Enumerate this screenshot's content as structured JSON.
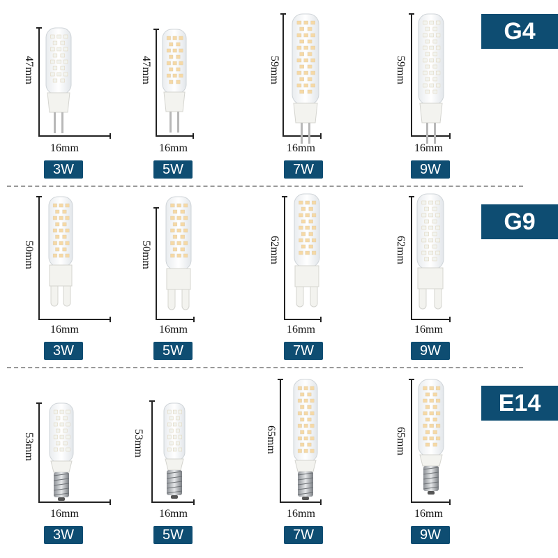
{
  "sections": [
    {
      "type": "G4",
      "bulbs": [
        {
          "height": "47mm",
          "width": "16mm",
          "watt": "3W"
        },
        {
          "height": "47mm",
          "width": "16mm",
          "watt": "5W"
        },
        {
          "height": "59mm",
          "width": "16mm",
          "watt": "7W"
        },
        {
          "height": "59mm",
          "width": "16mm",
          "watt": "9W"
        }
      ]
    },
    {
      "type": "G9",
      "bulbs": [
        {
          "height": "50mm",
          "width": "16mm",
          "watt": "3W"
        },
        {
          "height": "50mm",
          "width": "16mm",
          "watt": "5W"
        },
        {
          "height": "62mm",
          "width": "16mm",
          "watt": "7W"
        },
        {
          "height": "62mm",
          "width": "16mm",
          "watt": "9W"
        }
      ]
    },
    {
      "type": "E14",
      "bulbs": [
        {
          "height": "53mm",
          "width": "16mm",
          "watt": "3W"
        },
        {
          "height": "53mm",
          "width": "16mm",
          "watt": "5W"
        },
        {
          "height": "65mm",
          "width": "16mm",
          "watt": "7W"
        },
        {
          "height": "65mm",
          "width": "16mm",
          "watt": "9W"
        }
      ]
    }
  ],
  "colors": {
    "badge": "#0e4d72",
    "led_cool": "#f2f4f0",
    "led_warm": "#f6d9a6"
  }
}
